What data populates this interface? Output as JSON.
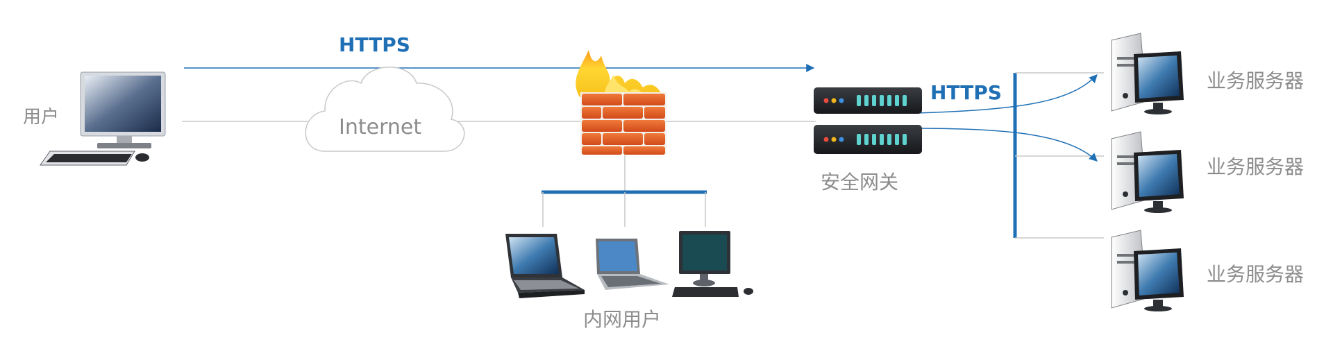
{
  "labels": {
    "user": "用户",
    "internet": "Internet",
    "https_top": "HTTPS",
    "https_gateway": "HTTPS",
    "gateway": "安全网关",
    "intranet_users": "内网用户",
    "servers": [
      "业务服务器",
      "业务服务器",
      "业务服务器"
    ]
  },
  "icons": {
    "user": "desktop-computer-icon",
    "cloud": "cloud-icon",
    "firewall": "firewall-icon",
    "gateway": "server-gateway-icon",
    "intranet": [
      "laptop-icon",
      "laptop-icon",
      "desktop-monitor-icon"
    ],
    "servers": "tower-server-icon"
  },
  "colors": {
    "accent_blue": "#1f6fb5",
    "line_gray": "#c8c8c8",
    "label_gray": "#8c8c8c"
  }
}
